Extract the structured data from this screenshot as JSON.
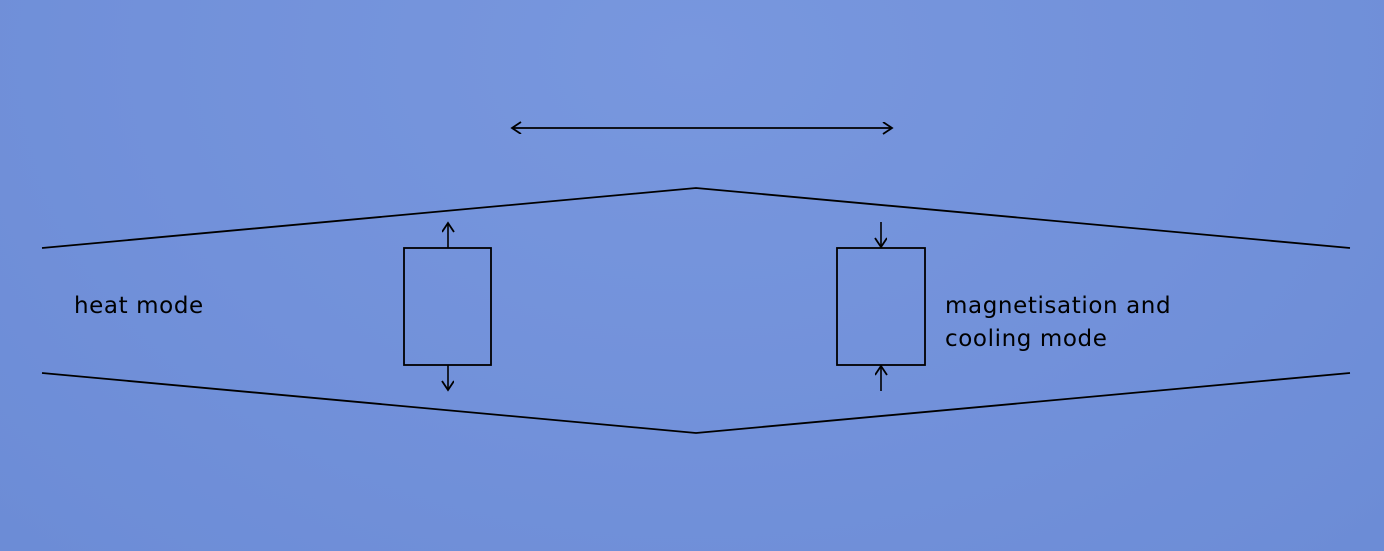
{
  "labels": {
    "left": "heat mode",
    "right_line1": "magnetisation and",
    "right_line2": "cooling mode"
  },
  "colors": {
    "background": "#7291da",
    "stroke": "#000000"
  }
}
